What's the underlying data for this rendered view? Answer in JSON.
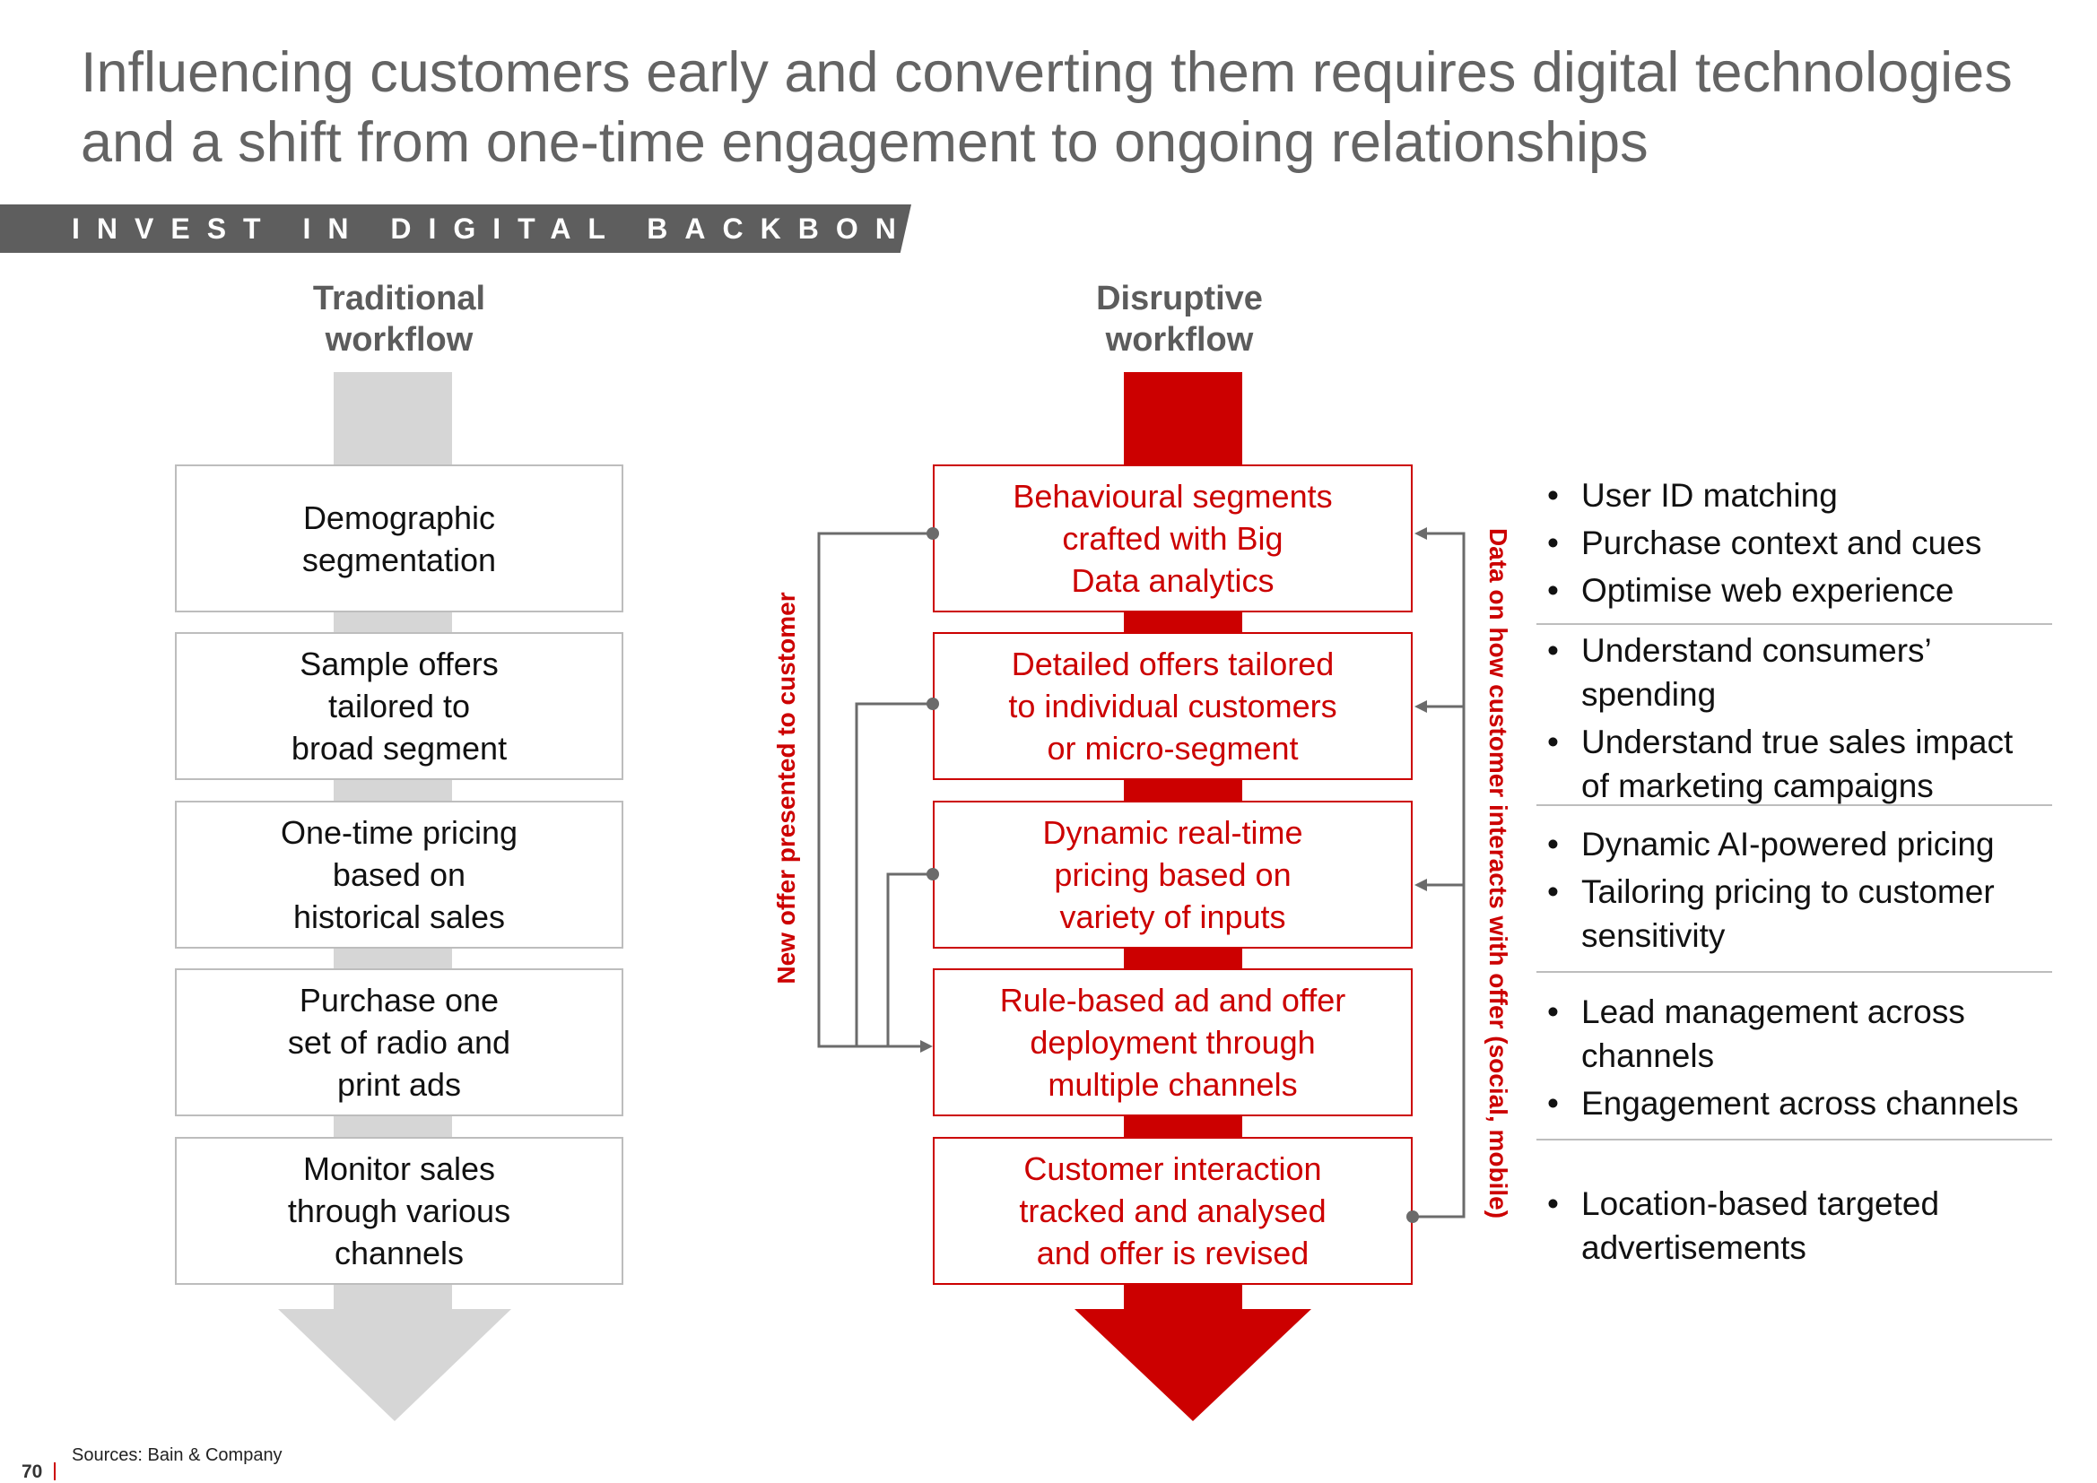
{
  "title": {
    "line1": "Influencing customers early and converting them requires digital technologies",
    "line2": "and a shift from one-time engagement to ongoing relationships"
  },
  "banner": "INVEST IN DIGITAL BACKBONE",
  "traditional": {
    "heading": [
      "Traditional",
      "workflow"
    ],
    "steps": [
      [
        "Demographic",
        "segmentation"
      ],
      [
        "Sample offers",
        "tailored to",
        "broad segment"
      ],
      [
        "One-time pricing",
        "based on",
        "historical sales"
      ],
      [
        "Purchase one",
        "set of radio and",
        "print ads"
      ],
      [
        "Monitor sales",
        "through various",
        "channels"
      ]
    ]
  },
  "disruptive": {
    "heading": [
      "Disruptive",
      "workflow"
    ],
    "steps": [
      [
        "Behavioural segments",
        "crafted with Big",
        "Data analytics"
      ],
      [
        "Detailed offers tailored",
        "to individual customers",
        "or micro-segment"
      ],
      [
        "Dynamic real-time",
        "pricing based on",
        "variety of inputs"
      ],
      [
        "Rule-based ad and offer",
        "deployment through",
        "multiple channels"
      ],
      [
        "Customer interaction",
        "tracked and analysed",
        "and offer is revised"
      ]
    ]
  },
  "left_loop_label": "New offer presented to customer",
  "right_loop_label": "Data on how customer interacts with offer (social, mobile)",
  "capabilities": [
    [
      [
        "User ID matching"
      ],
      [
        "Purchase context and cues"
      ],
      [
        "Optimise web experience"
      ]
    ],
    [
      [
        "Understand consumers’",
        "spending"
      ],
      [
        "Understand true sales impact",
        "of marketing campaigns"
      ]
    ],
    [
      [
        "Dynamic AI-powered pricing"
      ],
      [
        "Tailoring pricing to customer",
        "sensitivity"
      ]
    ],
    [
      [
        "Lead management across",
        "channels"
      ],
      [
        "Engagement across channels"
      ]
    ],
    [
      [
        "Location-based targeted",
        "advertisements"
      ]
    ]
  ],
  "source": "Sources: Bain & Company",
  "page_number": "70",
  "colors": {
    "accent_red": "#cc0000",
    "gray_flow": "#d6d6d6",
    "banner_gray": "#5e5e5e"
  }
}
